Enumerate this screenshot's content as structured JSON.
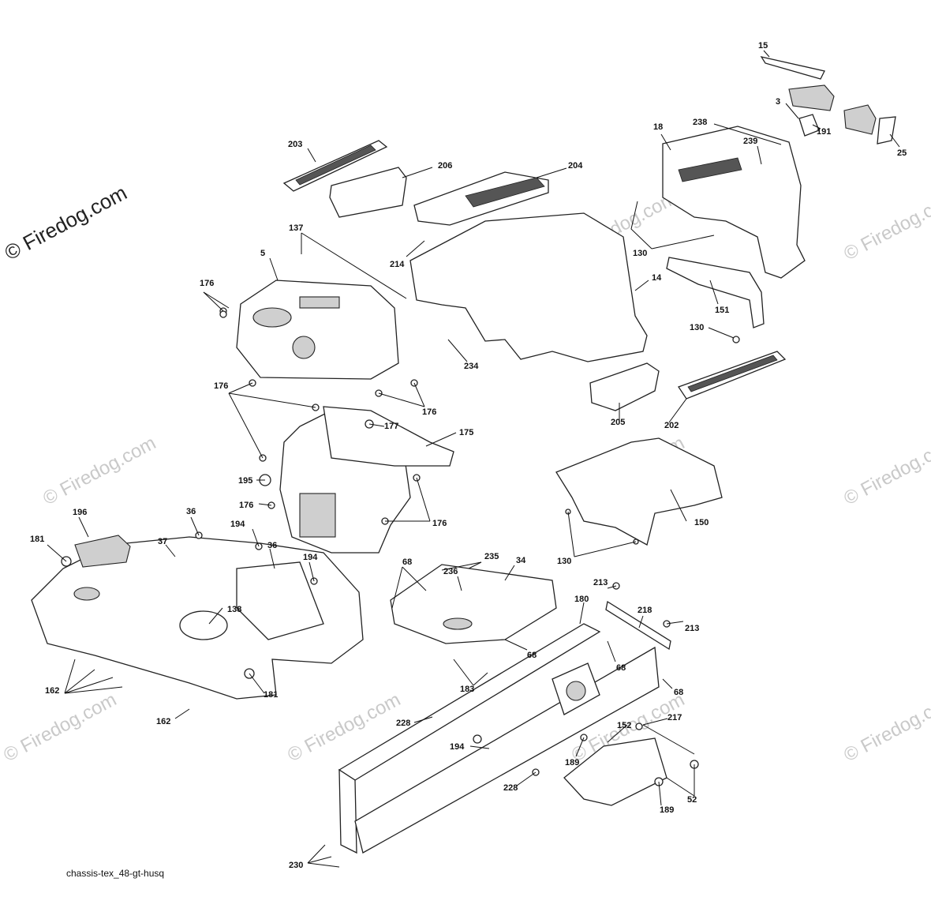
{
  "diagram": {
    "footer_label": "chassis-tex_48-gt-husq",
    "watermark_main": "© Firedog.com",
    "watermark_faint": "© Firedog.com",
    "callouts": [
      "15",
      "3",
      "191",
      "25",
      "18",
      "238",
      "239",
      "203",
      "206",
      "204",
      "137",
      "5",
      "214",
      "130",
      "14",
      "176",
      "151",
      "130",
      "234",
      "205",
      "202",
      "176",
      "176",
      "177",
      "175",
      "195",
      "176",
      "176",
      "150",
      "196",
      "36",
      "194",
      "181",
      "37",
      "36",
      "194",
      "68",
      "235",
      "34",
      "236",
      "213",
      "218",
      "213",
      "138",
      "180",
      "68",
      "68",
      "130",
      "183",
      "68",
      "162",
      "181",
      "162",
      "228",
      "152",
      "217",
      "194",
      "189",
      "228",
      "52",
      "189",
      "230"
    ]
  }
}
